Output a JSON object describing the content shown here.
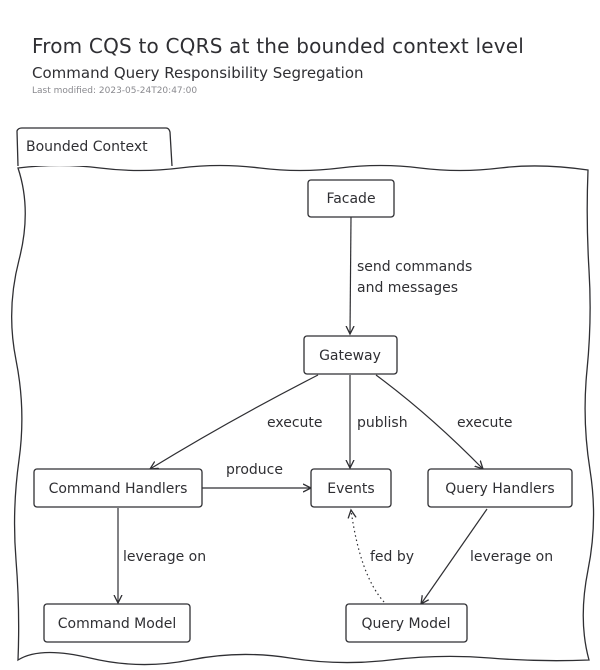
{
  "header": {
    "title": "From CQS to CQRS at the bounded context level",
    "subtitle": "Command Query Responsibility Segregation",
    "last_modified": "Last modified: 2023-05-24T20:47:00"
  },
  "container": {
    "label": "Bounded Context"
  },
  "nodes": {
    "facade": "Facade",
    "gateway": "Gateway",
    "command_handlers": "Command Handlers",
    "events": "Events",
    "query_handlers": "Query Handlers",
    "command_model": "Command Model",
    "query_model": "Query Model"
  },
  "edges": {
    "send_commands_1": "send commands",
    "send_commands_2": "and messages",
    "execute_left": "execute",
    "publish": "publish",
    "execute_right": "execute",
    "produce": "produce",
    "leverage_left": "leverage on",
    "fed_by": "fed by",
    "leverage_right": "leverage on"
  }
}
